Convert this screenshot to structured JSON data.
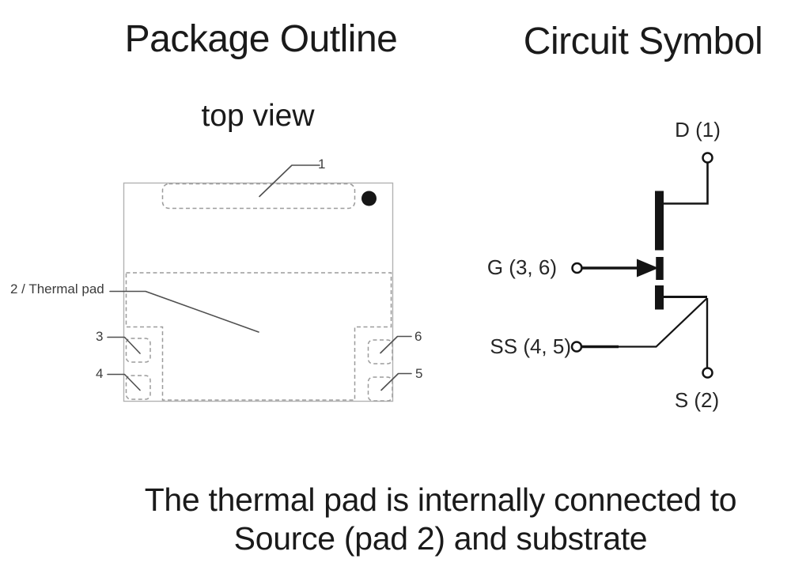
{
  "package_outline": {
    "title": "Package Outline",
    "subtitle": "top view",
    "pin_labels": {
      "pin1": "1",
      "pin2_thermal": "2 / Thermal pad",
      "pin3": "3",
      "pin4": "4",
      "pin5": "5",
      "pin6": "6"
    }
  },
  "circuit_symbol": {
    "title": "Circuit Symbol",
    "terminal_labels": {
      "drain": "D (1)",
      "gate": "G (3, 6)",
      "source_sense": "SS (4, 5)",
      "source": "S (2)"
    }
  },
  "note": {
    "line1": "The thermal pad is internally connected to",
    "line2": "Source (pad 2) and substrate"
  },
  "colors": {
    "background": "#ffffff",
    "title_text": "#1a1a1a",
    "pin_label_text": "#3c3c3c",
    "package_outline_stroke": "#b2b2b2",
    "dashed_pad_stroke": "#9c9c9c",
    "leader_line_stroke": "#4f4f4f",
    "symbol_black": "#141414",
    "pin1_dot": "#161616"
  }
}
